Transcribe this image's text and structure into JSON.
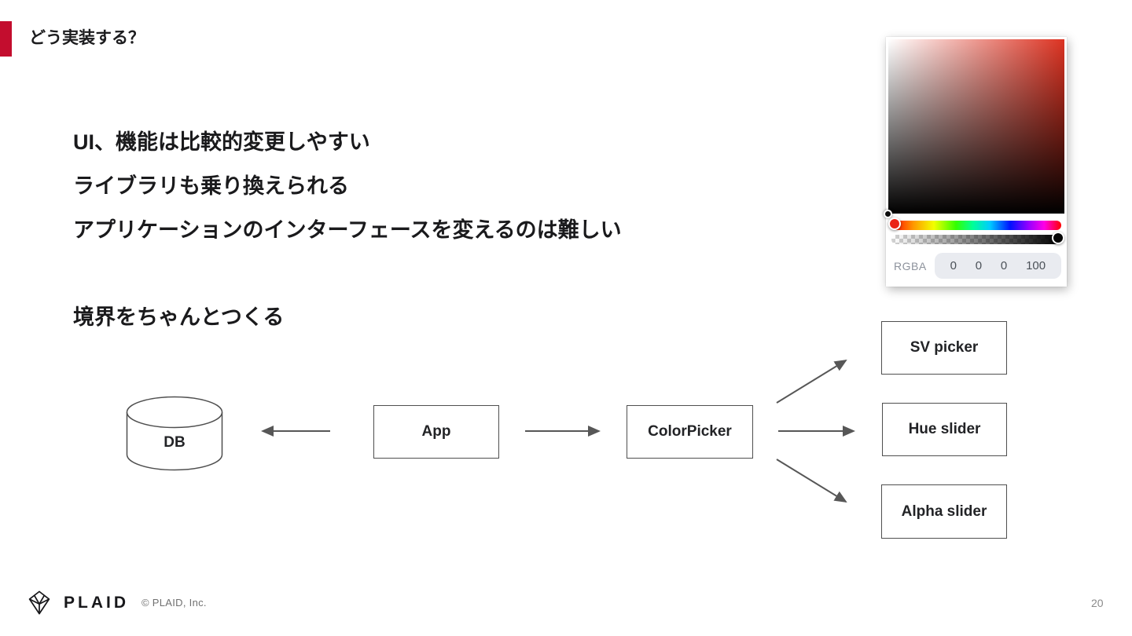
{
  "slide": {
    "title": "どう実装する？",
    "brand": "PLAID",
    "copyright": "© PLAID, Inc.",
    "page_number": "20"
  },
  "content": {
    "bullets": [
      "UI、機能は比較的変更しやすい",
      "ライブラリも乗り換えられる",
      "アプリケーションのインターフェースを変えるのは難しい"
    ],
    "subheading": "境界をちゃんとつくる"
  },
  "color_picker": {
    "rgba_label": "RGBA",
    "values": {
      "r": "0",
      "g": "0",
      "b": "0",
      "a": "100"
    }
  },
  "diagram": {
    "nodes": {
      "db": "DB",
      "app": "App",
      "colorpicker": "ColorPicker",
      "sv_picker": "SV picker",
      "hue_slider": "Hue slider",
      "alpha_slider": "Alpha slider"
    }
  },
  "icons": {
    "logo": "plaid-diamond-logo",
    "db_shape": "database-cylinder",
    "sv_cursor": "black-circle-handle",
    "hue_handle": "red-circle-handle",
    "alpha_handle": "black-circle-handle"
  },
  "colors": {
    "accent_red": "#C30D2E",
    "text": "#1a1a1c",
    "line_gray": "#575757",
    "rgba_pill_bg": "#e9ebf0"
  }
}
